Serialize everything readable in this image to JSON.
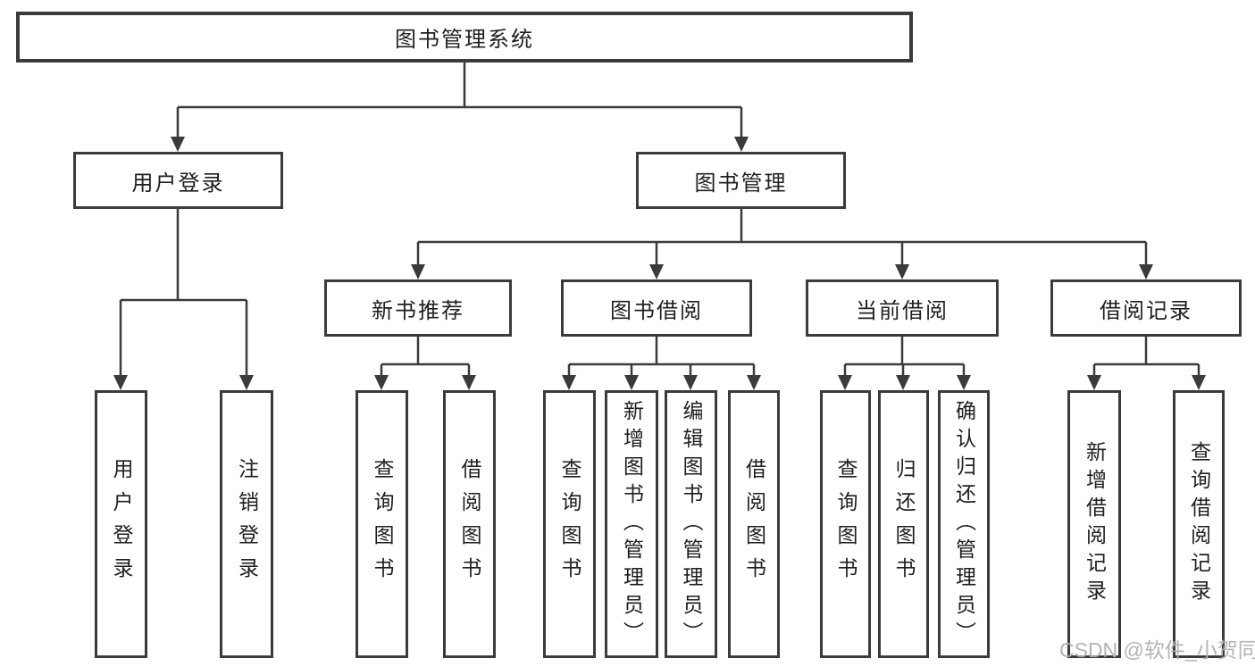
{
  "diagram": {
    "title": "图书管理系统",
    "level2": {
      "user_login": "用户登录",
      "book_mgmt": "图书管理"
    },
    "level3": {
      "new_book": "新书推荐",
      "book_borrow": "图书借阅",
      "current_borrow": "当前借阅",
      "borrow_record": "借阅记录"
    },
    "leaves": {
      "user_login": [
        "用户登录",
        "注销登录"
      ],
      "new_book": [
        "查询图书",
        "借阅图书"
      ],
      "book_borrow": [
        "查询图书",
        "新增图书（管理员）",
        "编辑图书（管理员）",
        "借阅图书"
      ],
      "current_borrow": [
        "查询图书",
        "归还图书",
        "确认归还（管理员）"
      ],
      "borrow_record": [
        "新增借阅记录",
        "查询借阅记录"
      ]
    }
  },
  "watermark": {
    "text": "CSDN @软件_小贺同学",
    "color": "#b0b0b0"
  },
  "colors": {
    "line": "#3b3b3b",
    "border": "#3b3b3b",
    "text": "#1f1f1f",
    "box_fill": "#ffffff",
    "background": "#ffffff"
  }
}
